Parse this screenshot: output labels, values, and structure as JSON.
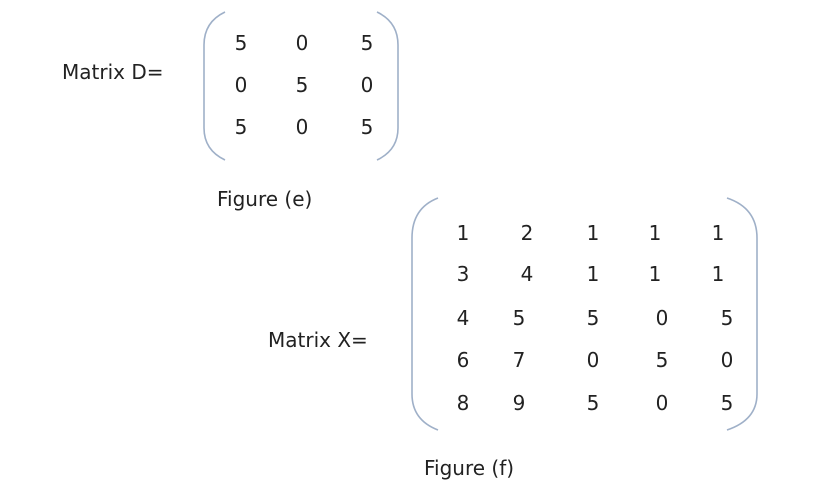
{
  "matrix_d": {
    "label": "Matrix D=",
    "caption": "Figure (e)",
    "rows": [
      [
        "5",
        "0",
        "5"
      ],
      [
        "0",
        "5",
        "0"
      ],
      [
        "5",
        "0",
        "5"
      ]
    ]
  },
  "matrix_x": {
    "label": "Matrix X=",
    "caption": "Figure (f)",
    "rows": [
      [
        "1",
        "2",
        "1",
        "1",
        "1"
      ],
      [
        "3",
        "4",
        "1",
        "1",
        "1"
      ],
      [
        "4",
        "5",
        "5",
        "0",
        "5"
      ],
      [
        "6",
        "7",
        "0",
        "5",
        "0"
      ],
      [
        "8",
        "9",
        "5",
        "0",
        "5"
      ]
    ]
  }
}
